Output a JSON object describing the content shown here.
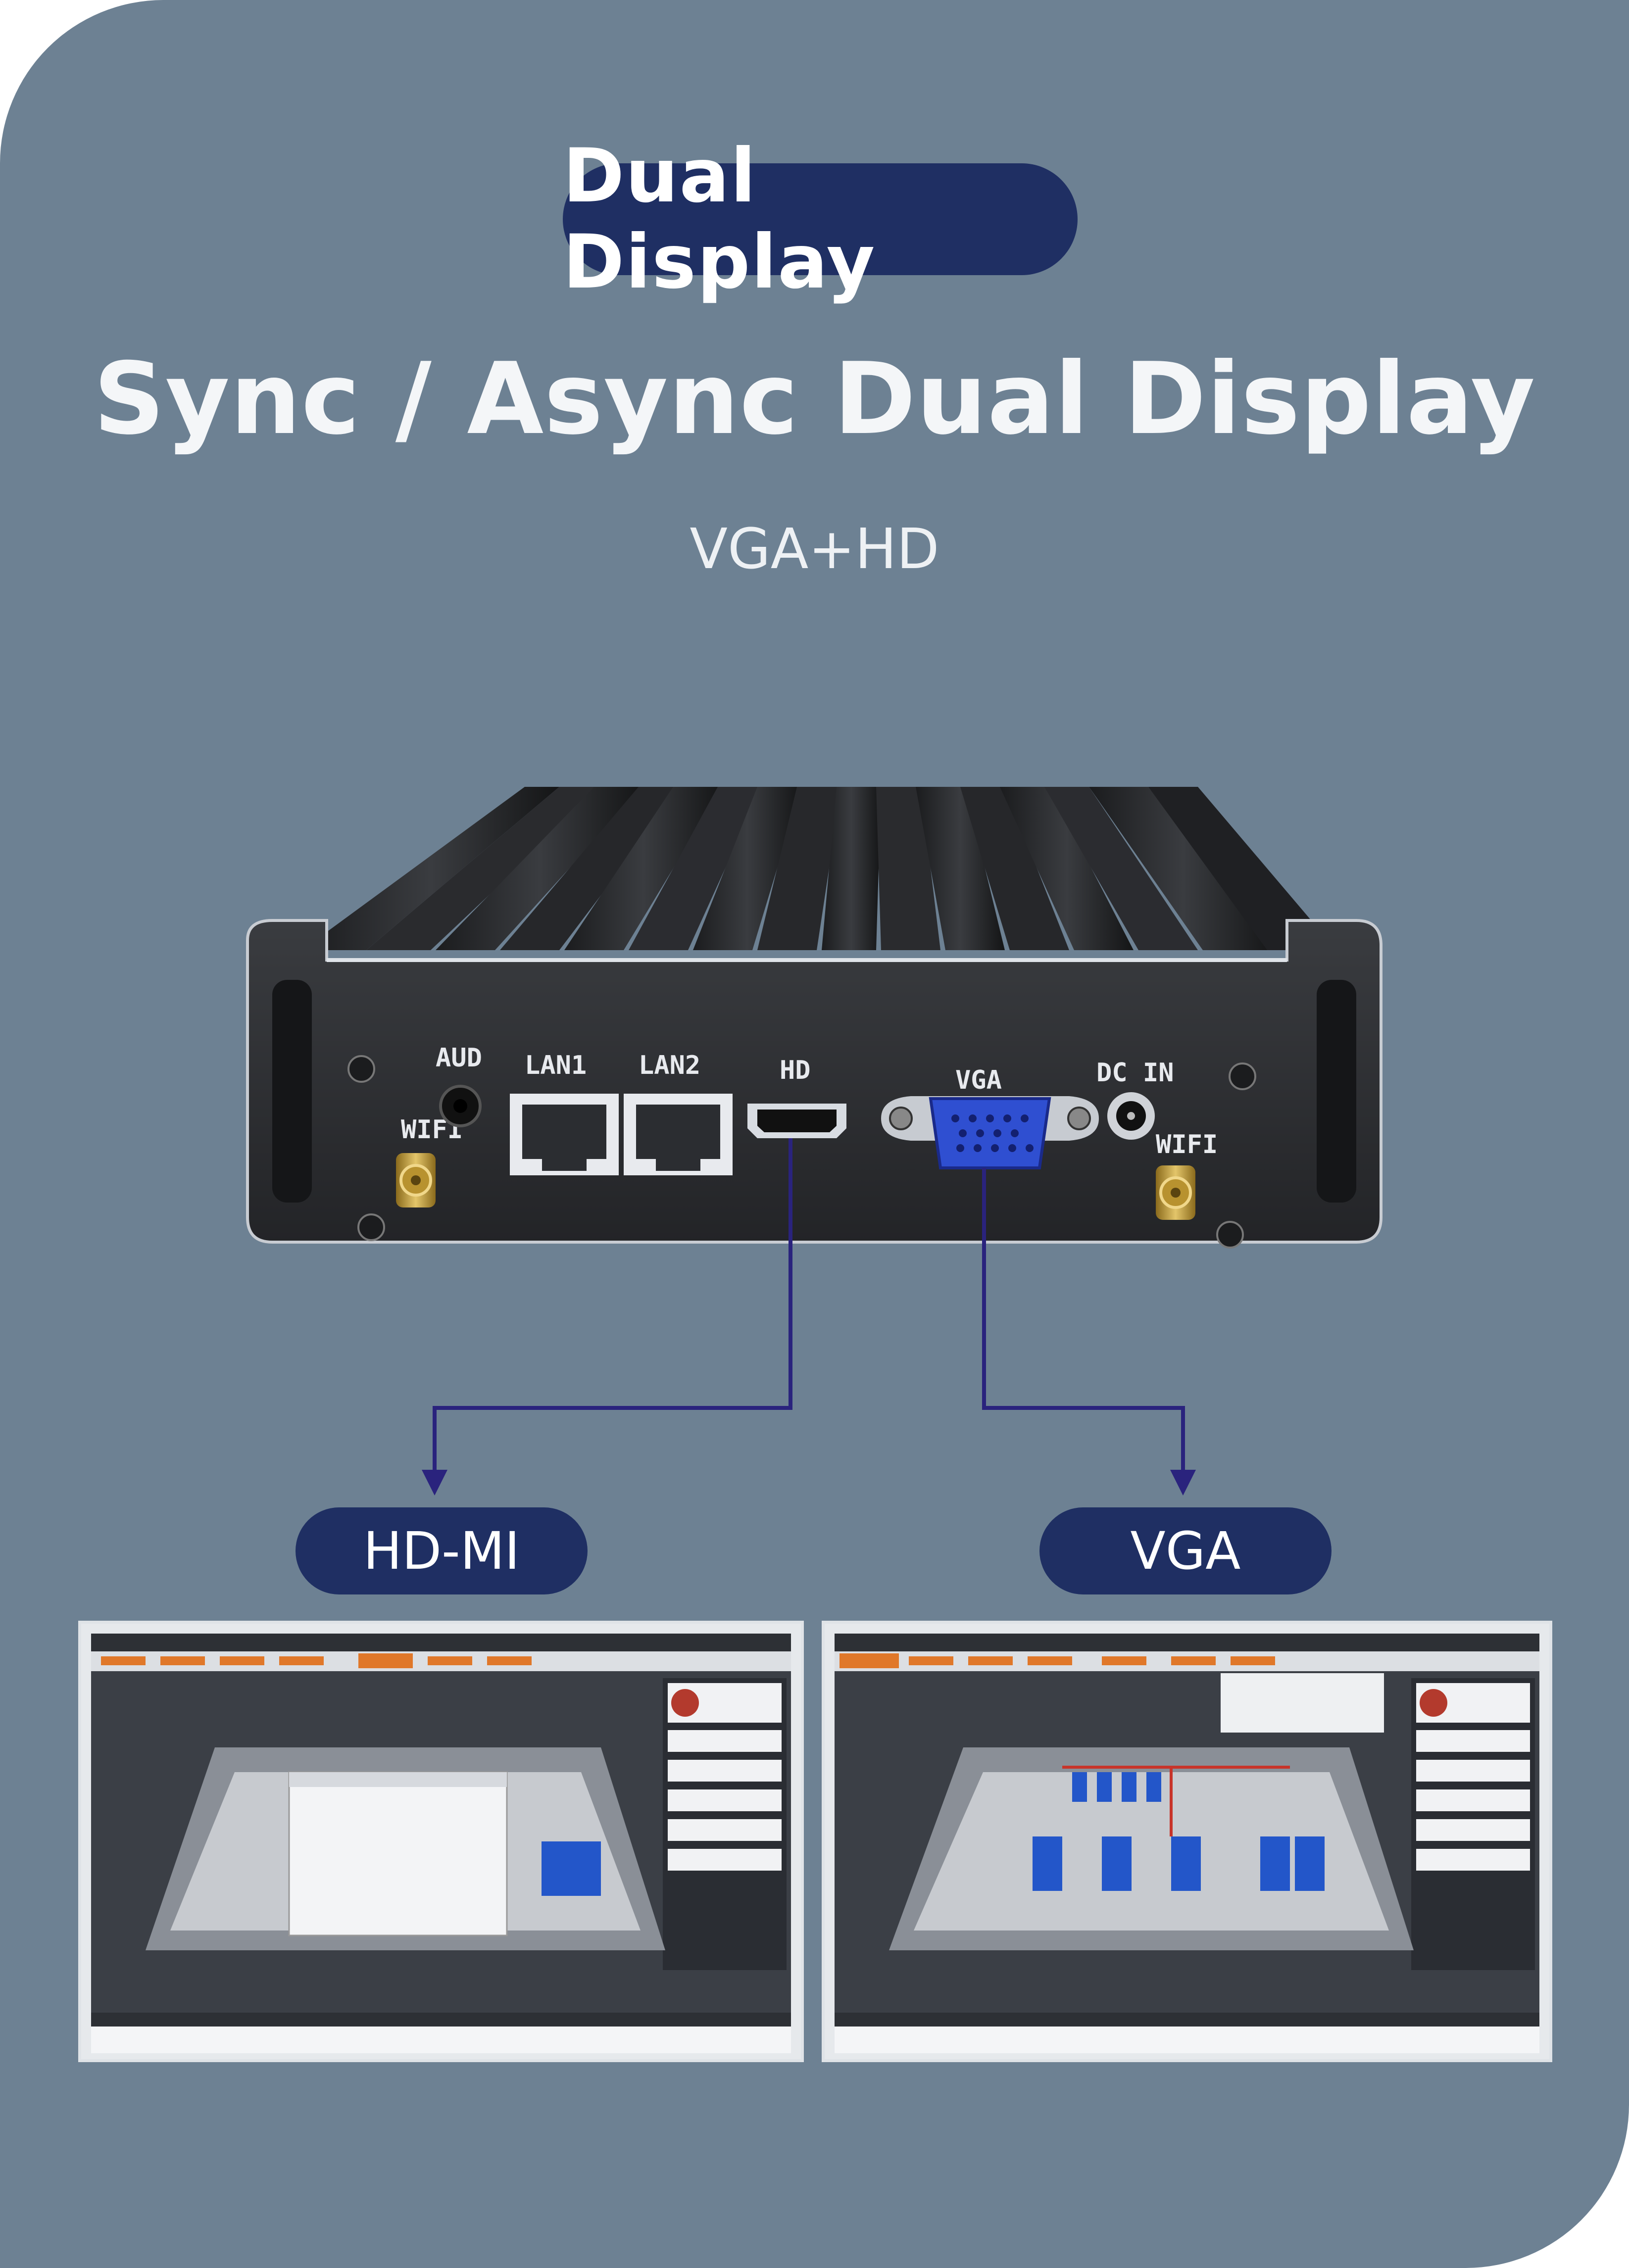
{
  "badge": "Dual Display",
  "headline": "Sync / Async Dual Display",
  "subheadline": "VGA+HD",
  "ports": {
    "aud": "AUD",
    "lan1": "LAN1",
    "lan2": "LAN2",
    "hd": "HD",
    "vga": "VGA",
    "dc_in": "DC IN",
    "wifi_left": "WIFI",
    "wifi_right": "WIFI"
  },
  "outputs": {
    "left_label": "HD-MI",
    "right_label": "VGA"
  },
  "colors": {
    "background": "#6d8193",
    "badge_fill": "#1f2f63",
    "connector_line": "#2a237d",
    "vga_port": "#2f4fd1"
  }
}
